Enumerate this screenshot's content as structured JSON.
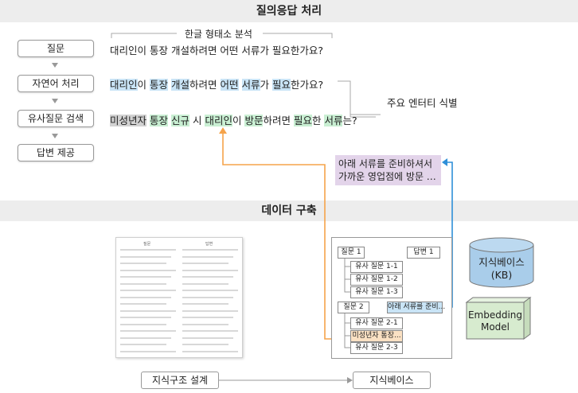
{
  "sections": {
    "qa_title": "질의응답 처리",
    "data_title": "데이터 구축"
  },
  "steps": [
    "질문",
    "자연어 처리",
    "유사질문 검색",
    "답변 제공"
  ],
  "annotations": {
    "morph": "한글 형태소 분석",
    "entity": "주요 엔터티 식별"
  },
  "question": "대리인이 통장 개설하려면 어떤 서류가 필요한가요?",
  "nlp_tokens": [
    {
      "t": "대리인",
      "h": "b"
    },
    {
      "t": "이 ",
      "h": ""
    },
    {
      "t": "통장",
      "h": "b"
    },
    {
      "t": " ",
      "h": ""
    },
    {
      "t": "개설",
      "h": "b"
    },
    {
      "t": "하려면 ",
      "h": ""
    },
    {
      "t": "어떤",
      "h": "b"
    },
    {
      "t": " ",
      "h": ""
    },
    {
      "t": "서류",
      "h": "b"
    },
    {
      "t": "가 ",
      "h": ""
    },
    {
      "t": "필요",
      "h": "b"
    },
    {
      "t": "한가요?",
      "h": ""
    }
  ],
  "similar_tokens": [
    {
      "t": "미성년자",
      "h": "x"
    },
    {
      "t": " ",
      "h": ""
    },
    {
      "t": "통장",
      "h": "g"
    },
    {
      "t": " ",
      "h": ""
    },
    {
      "t": "신규",
      "h": "g"
    },
    {
      "t": " 시 ",
      "h": ""
    },
    {
      "t": "대리인",
      "h": "g"
    },
    {
      "t": "이 ",
      "h": ""
    },
    {
      "t": "방문",
      "h": "g"
    },
    {
      "t": "하려면 ",
      "h": ""
    },
    {
      "t": "필요",
      "h": "g"
    },
    {
      "t": "한 ",
      "h": ""
    },
    {
      "t": "서류",
      "h": "g"
    },
    {
      "t": "는?",
      "h": ""
    }
  ],
  "answer_box": [
    "아래 서류를 준비하셔서",
    "가까운 영업점에 방문 …"
  ],
  "kb_tree": {
    "q1": "질문 1",
    "a1": "답변 1",
    "q1_items": [
      "유사 질문 1-1",
      "유사 질문 1-2",
      "유사 질문 1-3"
    ],
    "q2": "질문 2",
    "a2": "아래 서류를 준비...",
    "q2_items": [
      "유사 질문 2-1",
      "미성년자 통장...",
      "유사 질문 2-3"
    ]
  },
  "doc_headers": [
    "질문",
    "답변"
  ],
  "kb_cylinder": [
    "지식베이스",
    "(KB)"
  ],
  "model_box": [
    "Embedding",
    "Model"
  ],
  "bottom": {
    "left": "지식구조 설계",
    "right": "지식베이스"
  },
  "colors": {
    "blue_highlight": "#c9e4f6",
    "green_highlight": "#c9efd3",
    "gray_highlight": "#d2d2d2",
    "answer_bg": "#e3d4ea",
    "orange_arrow": "#f5a34a",
    "blue_arrow": "#2f8fd8",
    "cylinder": "#a9cdea",
    "model_cube": "#d7ebcf"
  }
}
